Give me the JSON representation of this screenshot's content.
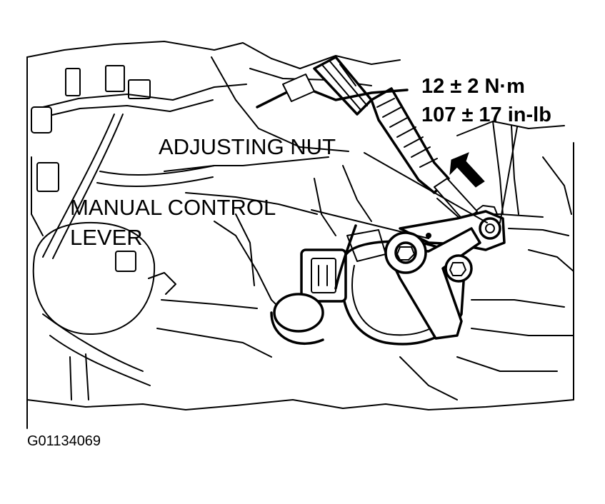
{
  "labels": {
    "adjusting_nut": "ADJUSTING NUT",
    "manual_control_lever_line1": "MANUAL CONTROL",
    "manual_control_lever_line2": "LEVER"
  },
  "torque_spec": {
    "metric": "12 ± 2 N·m",
    "imperial": "107 ± 17 in-lb"
  },
  "figure_id": "G01134069"
}
